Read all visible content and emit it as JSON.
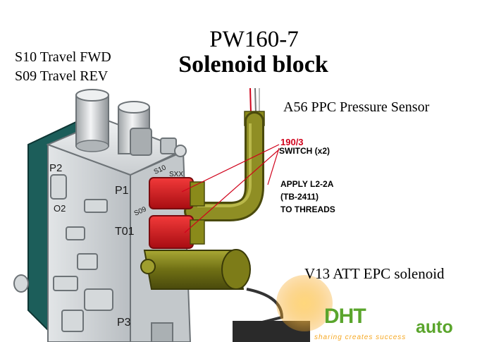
{
  "title": {
    "model": "PW160-7",
    "subtitle": "Solenoid block"
  },
  "labels": {
    "switches": [
      "S10 Travel FWD",
      "S09 Travel REV"
    ],
    "sensor": "A56 PPC Pressure Sensor",
    "epc": "V13 ATT EPC solenoid",
    "callout_code": "190/3",
    "callout_switch": "SWITCH (x2)",
    "apply": [
      "APPLY L2-2A",
      "(TB-2411)",
      "TO THREADS"
    ]
  },
  "part_markings": {
    "ports": [
      "P2",
      "P1",
      "T01",
      "P3",
      "O2"
    ],
    "solenoids": [
      "S10",
      "S09",
      "SXX"
    ]
  },
  "watermark": {
    "brand": "DHT",
    "brand_suffix": "auto",
    "tagline": "sharing creates success"
  },
  "colors": {
    "block": "#cfd3d6",
    "block_dark": "#9aa0a4",
    "plate": "#1c5e5a",
    "switch_red": "#d7151c",
    "olive": "#8a8a1a",
    "callout_line": "#d0021b",
    "logo_green": "#5aa52c",
    "logo_orange": "#f6a823"
  }
}
